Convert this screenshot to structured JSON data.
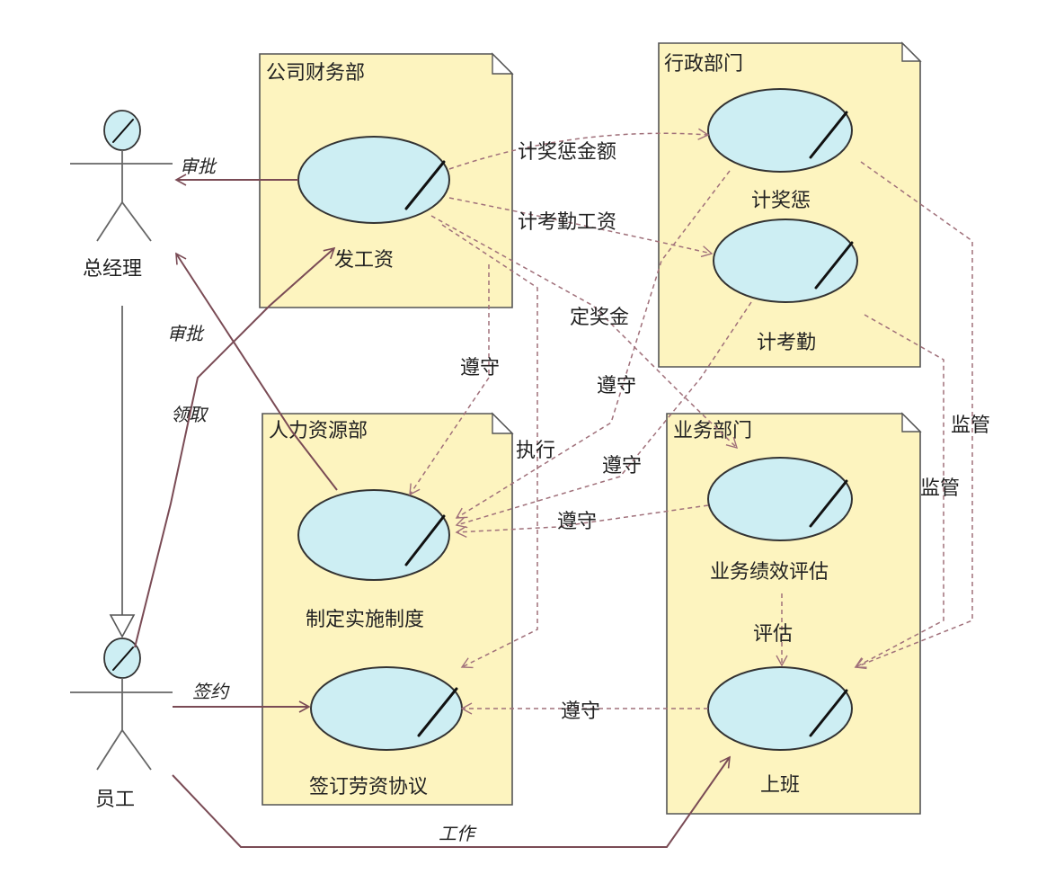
{
  "packages": {
    "finance": "公司财务部",
    "admin": "行政部门",
    "hr": "人力资源部",
    "business": "业务部门"
  },
  "actors": {
    "manager": "总经理",
    "employee": "员工"
  },
  "use_cases": {
    "pay_salary": "发工资",
    "reward_punish": "计奖惩",
    "attendance": "计考勤",
    "make_rules": "制定实施制度",
    "sign_contract": "签订劳资协议",
    "performance": "业务绩效评估",
    "go_to_work": "上班"
  },
  "relations": {
    "approve_1": "审批",
    "approve_2": "审批",
    "receive": "领取",
    "sign": "签约",
    "work": "工作",
    "reward_amount": "计奖惩金额",
    "attendance_salary": "计考勤工资",
    "set_bonus": "定奖金",
    "comply_1": "遵守",
    "comply_2": "遵守",
    "comply_3": "遵守",
    "comply_4": "遵守",
    "comply_5": "遵守",
    "execute": "执行",
    "supervise_1": "监管",
    "supervise_2": "监管",
    "evaluate": "评估"
  }
}
